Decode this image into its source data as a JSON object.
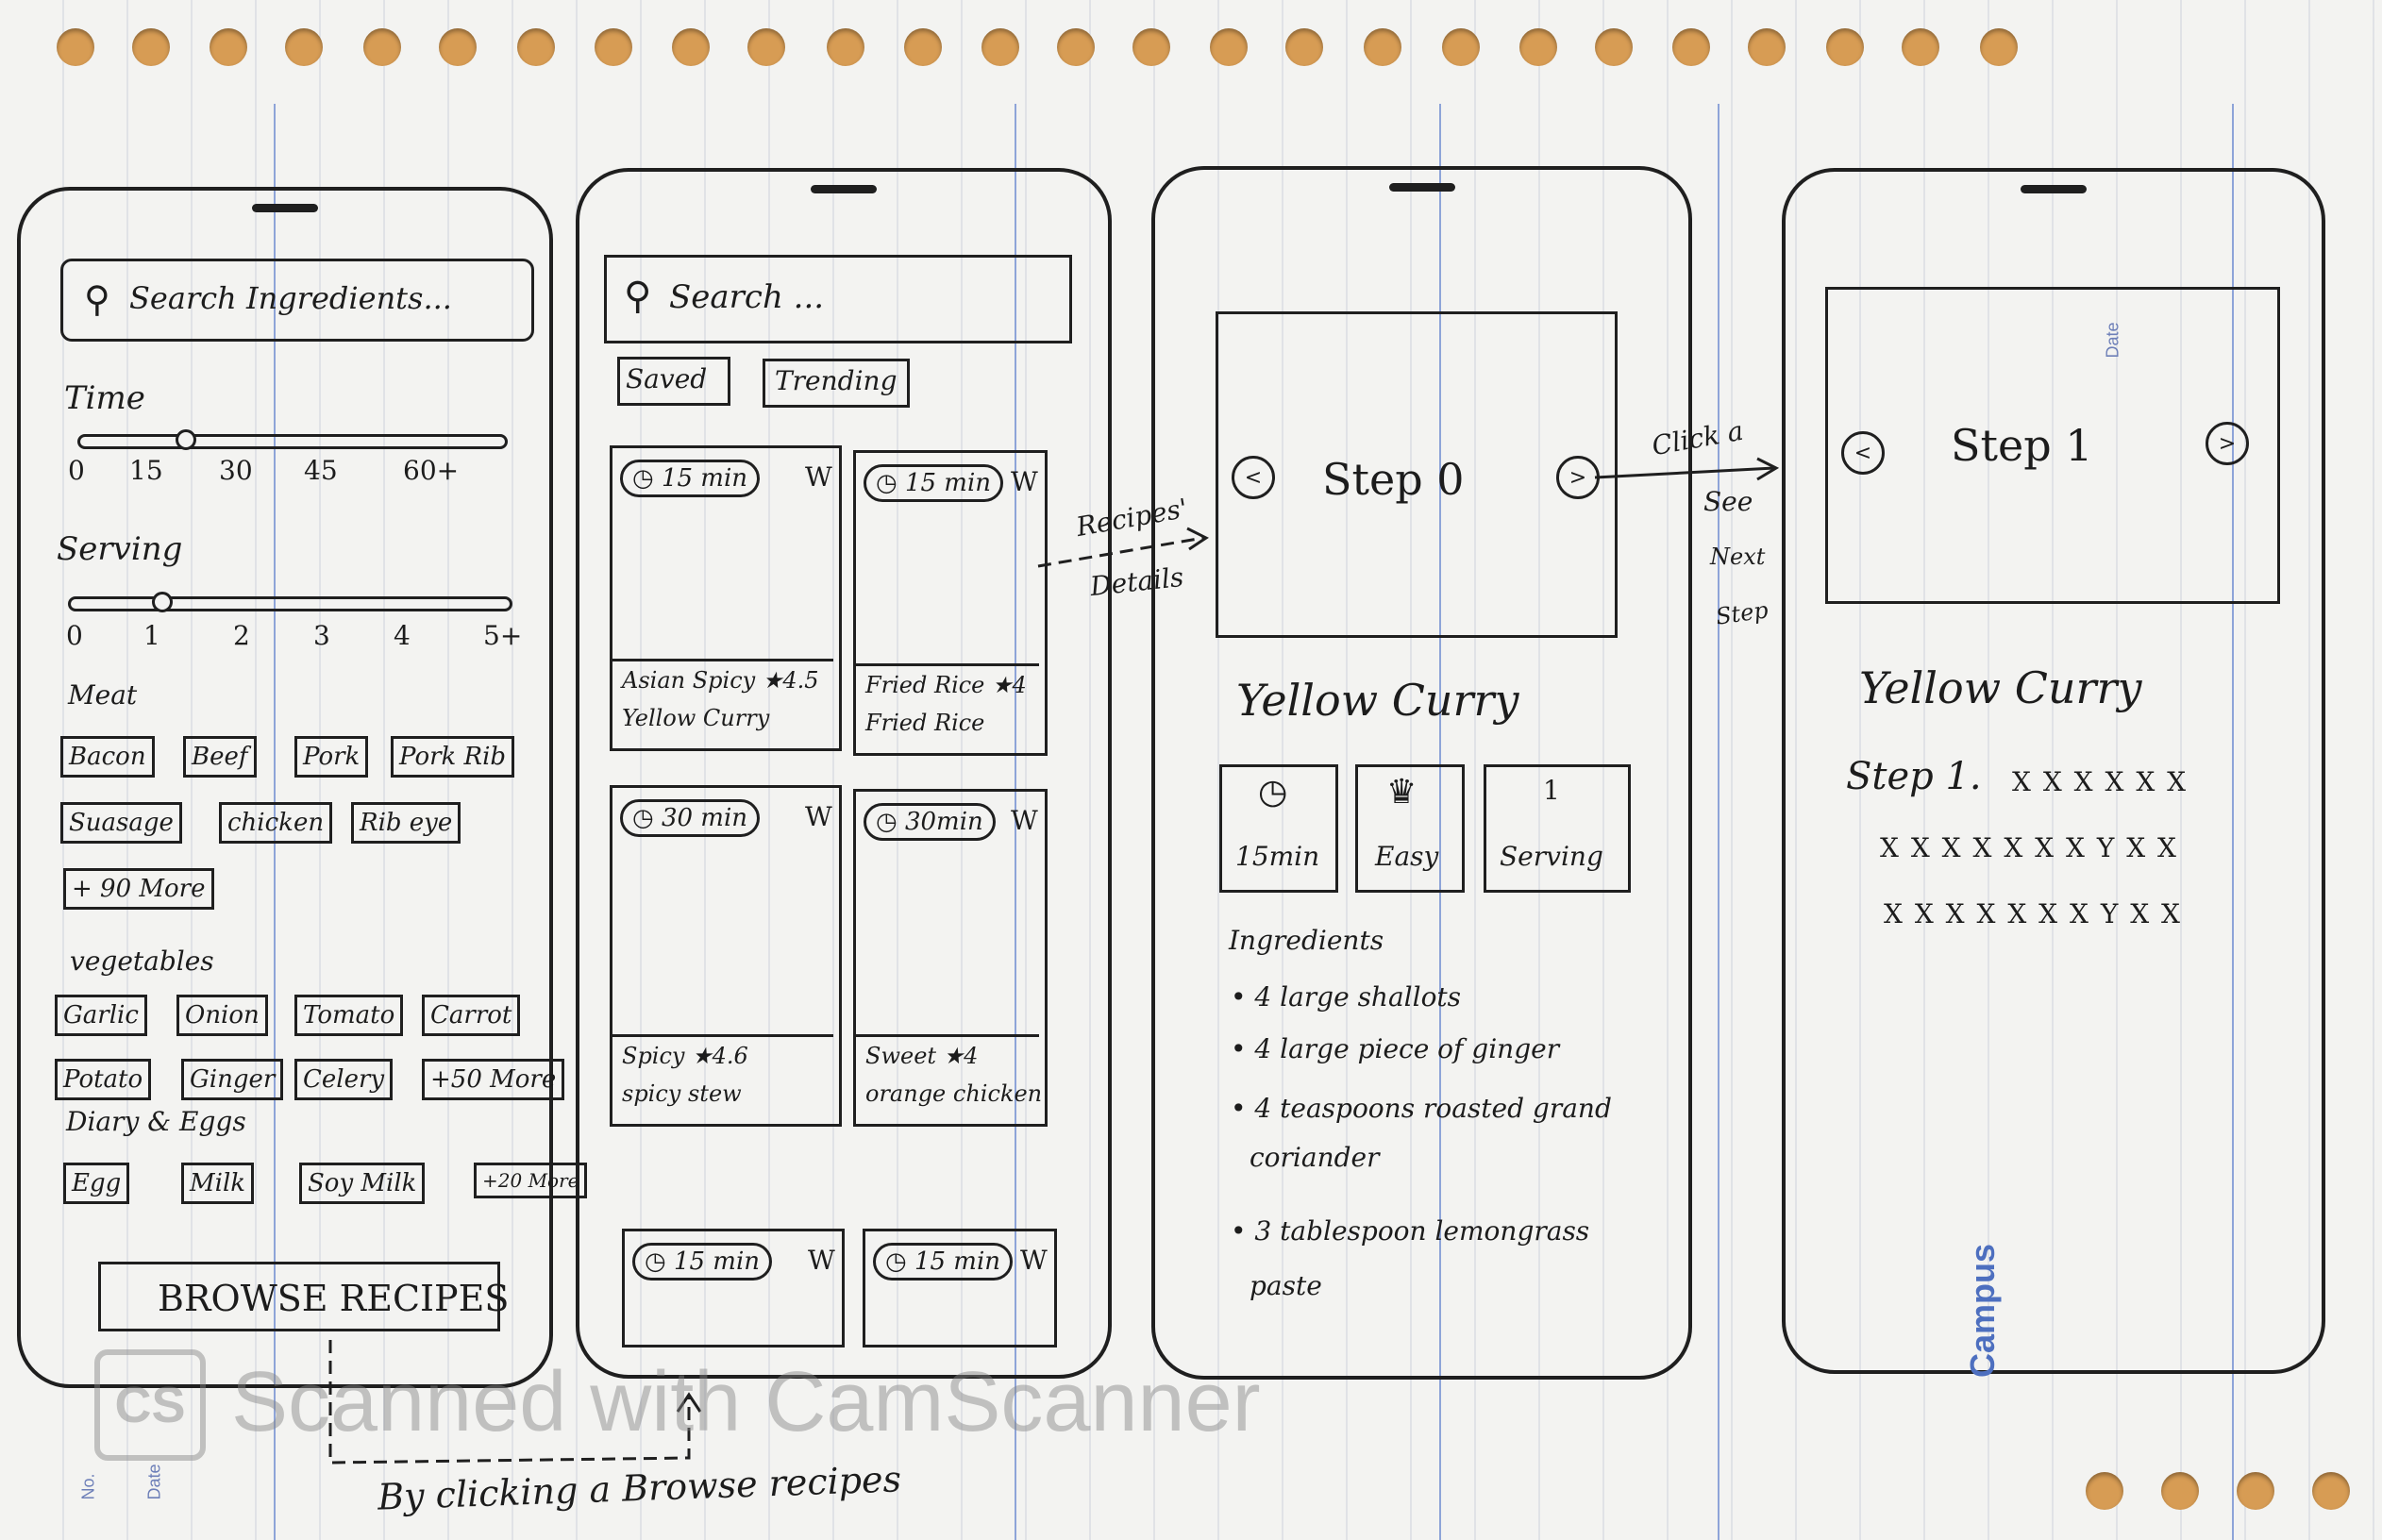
{
  "screen1": {
    "search_placeholder": "Search Ingredients...",
    "time_label": "Time",
    "time_ticks": [
      "0",
      "15",
      "30",
      "45",
      "60+"
    ],
    "time_value": 15,
    "serving_label": "Serving",
    "serving_ticks": [
      "0",
      "1",
      "2",
      "3",
      "4",
      "5+"
    ],
    "serving_value": 1,
    "meat_label": "Meat",
    "meat_tags": [
      "Bacon",
      "Beef",
      "Pork",
      "Pork Rib",
      "Suasage",
      "chicken",
      "Rib eye",
      "+ 90 More"
    ],
    "veg_label": "vegetables",
    "veg_tags": [
      "Garlic",
      "Onion",
      "Tomato",
      "Carrot",
      "Potato",
      "Ginger",
      "Celery",
      "+50 More"
    ],
    "dairy_label": "Diary & Eggs",
    "dairy_tags": [
      "Egg",
      "Milk",
      "Soy Milk",
      "+20 More"
    ],
    "browse_button": "BROWSE RECIPES"
  },
  "screen2": {
    "search_placeholder": "Search ...",
    "tabs": [
      "Saved",
      "Trending"
    ],
    "cards": [
      {
        "time": "15 min",
        "line1": "Asian Spicy ★4.5",
        "line2": "Yellow Curry"
      },
      {
        "time": "15 min",
        "line1": "Fried Rice ★4",
        "line2": "Fried Rice"
      },
      {
        "time": "30 min",
        "line1": "Spicy ★4.6",
        "line2": "spicy stew"
      },
      {
        "time": "30min",
        "line1": "Sweet ★4",
        "line2": "orange chicken"
      },
      {
        "time": "15 min",
        "line1": "",
        "line2": ""
      },
      {
        "time": "15 min",
        "line1": "",
        "line2": ""
      }
    ],
    "bookmark_glyph": "W"
  },
  "screen3": {
    "step_label": "Step 0",
    "title": "Yellow Curry",
    "info": [
      {
        "icon": "clock-icon",
        "label": "15min"
      },
      {
        "icon": "crown-icon",
        "label": "Easy"
      },
      {
        "icon": "number",
        "value": "1",
        "label": "Serving"
      }
    ],
    "ingredients_label": "Ingredients",
    "ingredients": [
      "4 large shallots",
      "4 large piece of ginger",
      "4 teaspoons roasted grand",
      "coriander",
      "3 tablespoon lemongrass",
      "paste"
    ]
  },
  "screen4": {
    "step_label": "Step 1",
    "title": "Yellow Curry",
    "step_text": "Step 1.",
    "lines": [
      "X X X X X X",
      "X X X X X X X Y X X",
      "X X X X X X X Y X X"
    ]
  },
  "annotations": {
    "recipes_details": [
      "Recipes'",
      "Details"
    ],
    "click_next": [
      "Click a",
      "See",
      "Next",
      "Step"
    ],
    "by_clicking": "By clicking a Browse recipes"
  },
  "watermark": "Scanned with CamScanner",
  "watermark_logo": "CS",
  "brand": "Campus",
  "date_label": "Date",
  "no_label": "No."
}
